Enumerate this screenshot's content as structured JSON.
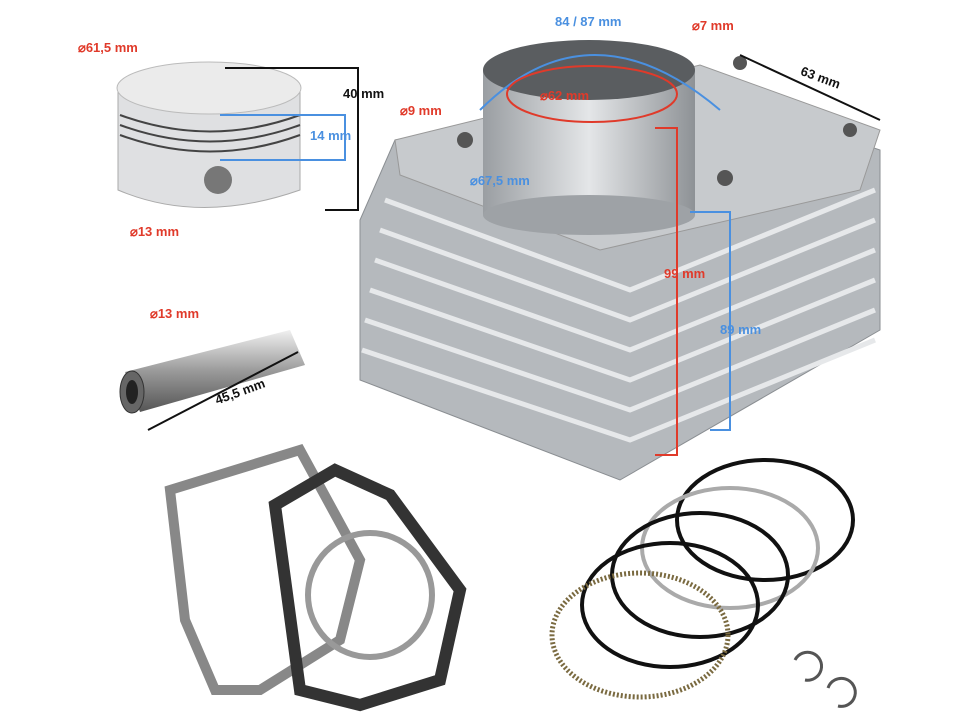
{
  "colors": {
    "red": "#e03a2a",
    "blue": "#4a90e0",
    "black": "#111111",
    "metal": "#b8bcc0"
  },
  "icons": [
    "diameter-icon"
  ],
  "labels": {
    "piston_diameter": "61,5 mm",
    "piston_height": "40 mm",
    "piston_compression_height": "14 mm",
    "piston_pin_bore": "13 mm",
    "pin_diameter": "13 mm",
    "pin_length": "45,5 mm",
    "cylinder_stud_spacing": "84 / 87 mm",
    "cylinder_stud_hole_small": "7 mm",
    "cylinder_stud_width": "63 mm",
    "cylinder_hole": "9 mm",
    "cylinder_bore": "62 mm",
    "cylinder_spigot": "67,5 mm",
    "cylinder_height_total": "99 mm",
    "cylinder_height_fins": "89 mm"
  }
}
